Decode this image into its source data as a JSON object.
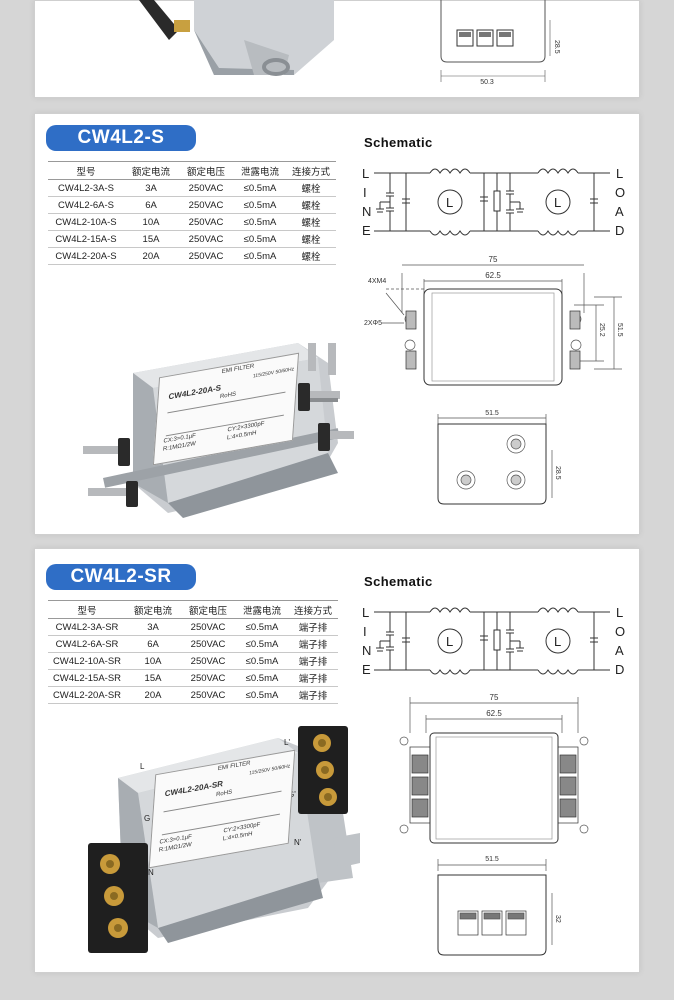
{
  "top_section": {
    "dimension_height": "28.5",
    "dimension_width": "50.3"
  },
  "sections": [
    {
      "title": "CW4L2-S",
      "schematic_title": "Schematic",
      "table": {
        "headers": [
          "型号",
          "额定电流",
          "额定电压",
          "泄露电流",
          "连接方式"
        ],
        "rows": [
          [
            "CW4L2-3A-S",
            "3A",
            "250VAC",
            "≤0.5mA",
            "螺栓"
          ],
          [
            "CW4L2-6A-S",
            "6A",
            "250VAC",
            "≤0.5mA",
            "螺栓"
          ],
          [
            "CW4L2-10A-S",
            "10A",
            "250VAC",
            "≤0.5mA",
            "螺栓"
          ],
          [
            "CW4L2-15A-S",
            "15A",
            "250VAC",
            "≤0.5mA",
            "螺栓"
          ],
          [
            "CW4L2-20A-S",
            "20A",
            "250VAC",
            "≤0.5mA",
            "螺栓"
          ]
        ]
      },
      "schematic": {
        "left_letters": [
          "L",
          "I",
          "N",
          "E"
        ],
        "right_letters": [
          "L",
          "O",
          "A",
          "D"
        ]
      },
      "drawing": {
        "dim_overall": "75",
        "dim_holes": "62.5",
        "hole_label": "4XM4",
        "slot_label": "2XΦ5",
        "dim_inner_height": "25.2",
        "dim_outer_height": "51.5",
        "dim_bottom_width": "51.5",
        "dim_bottom_height": "28.5"
      },
      "product_label": {
        "header": "EMI FILTER",
        "model": "CW4L2-20A-S",
        "ratings": "115/250V 50/60Hz",
        "rohs": "RoHS",
        "cx": "CX:3=0.1μF",
        "r": "R:1MΩ1/2W",
        "cy": "CY:2×3300pF",
        "l": "L:4×0.5mH"
      }
    },
    {
      "title": "CW4L2-SR",
      "schematic_title": "Schematic",
      "table": {
        "headers": [
          "型号",
          "额定电流",
          "额定电压",
          "泄露电流",
          "连接方式"
        ],
        "rows": [
          [
            "CW4L2-3A-SR",
            "3A",
            "250VAC",
            "≤0.5mA",
            "端子排"
          ],
          [
            "CW4L2-6A-SR",
            "6A",
            "250VAC",
            "≤0.5mA",
            "端子排"
          ],
          [
            "CW4L2-10A-SR",
            "10A",
            "250VAC",
            "≤0.5mA",
            "端子排"
          ],
          [
            "CW4L2-15A-SR",
            "15A",
            "250VAC",
            "≤0.5mA",
            "端子排"
          ],
          [
            "CW4L2-20A-SR",
            "20A",
            "250VAC",
            "≤0.5mA",
            "端子排"
          ]
        ]
      },
      "schematic": {
        "left_letters": [
          "L",
          "I",
          "N",
          "E"
        ],
        "right_letters": [
          "L",
          "O",
          "A",
          "D"
        ]
      },
      "drawing": {
        "dim_overall": "75",
        "dim_holes": "62.5",
        "dim_bottom_width": "51.5",
        "dim_bottom_height": "32"
      },
      "product_label": {
        "header": "EMI FILTER",
        "model": "CW4L2-20A-SR",
        "ratings": "115/250V 50/60Hz",
        "rohs": "RoHS",
        "cx": "CX:3=0.1μF",
        "r": "R:1MΩ1/2W",
        "cy": "CY:2×3300pF",
        "l": "L:4×0.5mH",
        "term_l": "L",
        "term_g": "G",
        "term_n": "N",
        "term_l2": "L'",
        "term_g2": "G'",
        "term_n2": "N'"
      }
    }
  ]
}
